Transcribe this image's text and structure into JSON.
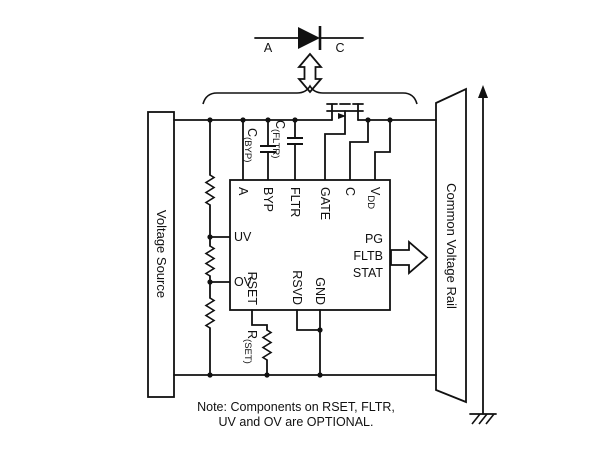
{
  "diode": {
    "anode": "A",
    "cathode": "C"
  },
  "rails": {
    "source": "Voltage Source",
    "common": "Common Voltage Rail"
  },
  "ic": {
    "top_pins": [
      "A",
      "BYP",
      "FLTR",
      "GATE",
      "C"
    ],
    "vdd": {
      "main": "V",
      "sub": "DD"
    },
    "left_pins": [
      "UV",
      "OV"
    ],
    "bottom_pins": [
      "RSET",
      "RSVD",
      "GND"
    ],
    "status_pins": [
      "PG",
      "FLTB",
      "STAT"
    ]
  },
  "components": {
    "bypass_cap": {
      "main": "C",
      "sub": "(BYP)"
    },
    "filter_cap": {
      "main": "C",
      "sub": "(FLTR)"
    },
    "set_resistor": {
      "main": "R",
      "sub": "(SET)"
    }
  },
  "note": {
    "line1": "Note:  Components on RSET, FLTR,",
    "line2": "UV and OV are OPTIONAL."
  },
  "colors": {
    "line": "#111111",
    "background": "#ffffff"
  }
}
